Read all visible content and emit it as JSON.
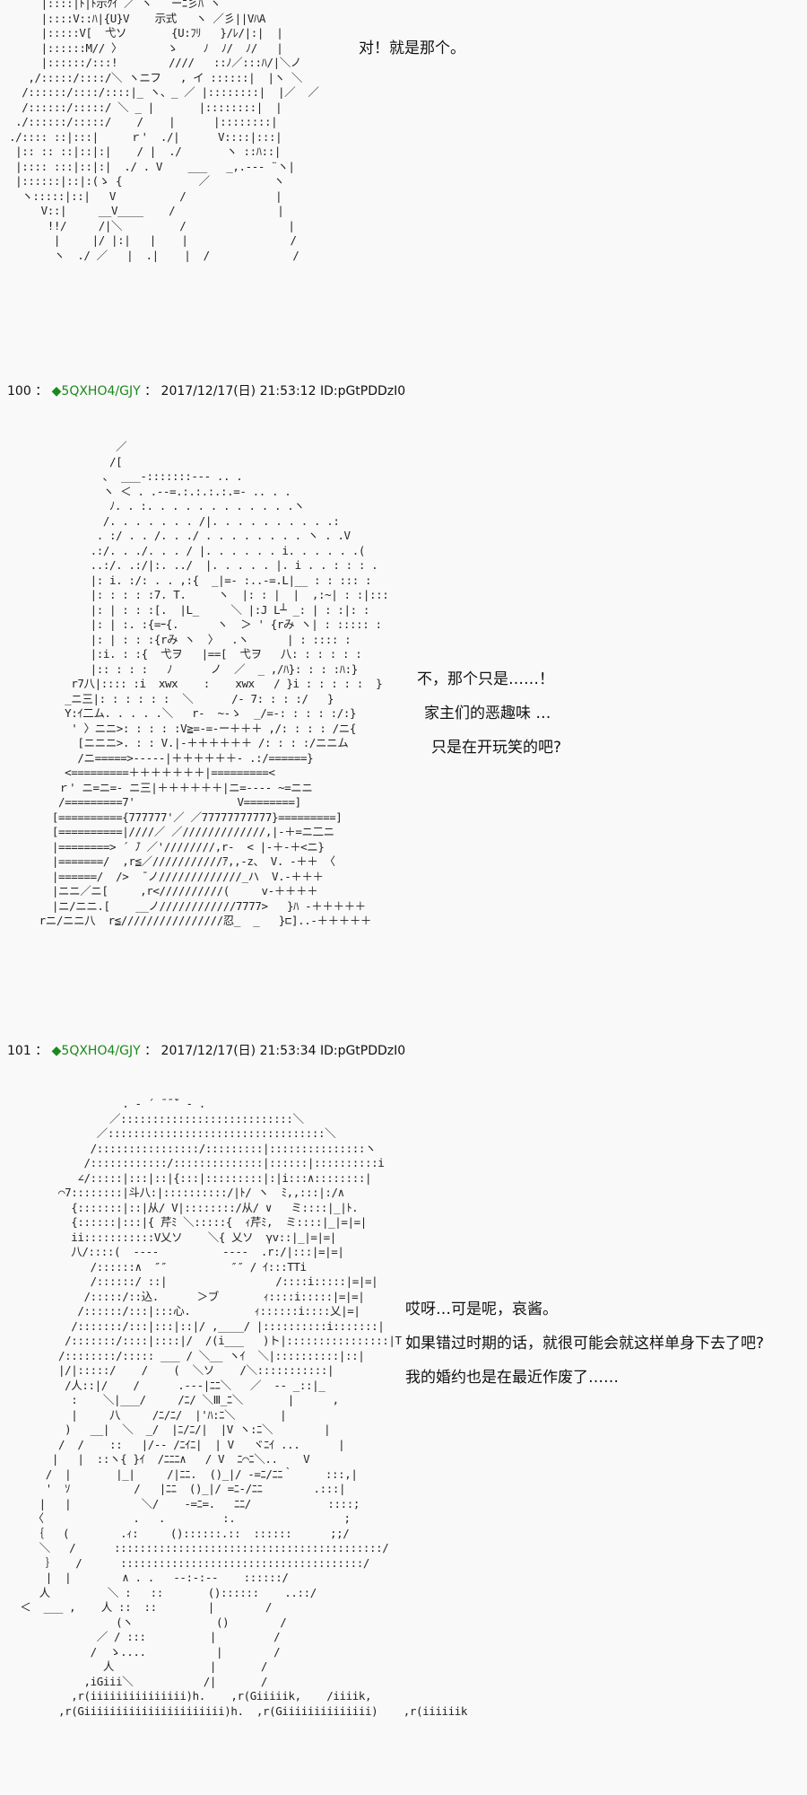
{
  "posts": [
    {
      "dialogue": [
        "对！就是那个。"
      ],
      "art": [
        "     |::::|ﾄ|ﾄ示ｸｲ ／ ヽ   ーﾆ彡ﾊ ヽ",
        "     |::::V::ﾊ|{U}V    示式   ヽ ／彡||VﾊA",
        "     |:::::V[  弋ソ       {U:ﾌﾘ   }/ﾚ/|:|  |",
        "     |::::::M// 〉       ゝ    ﾉ  ﾉ/  ﾉ/   |",
        "     |::::::/:::!        ////   ::ﾉ／:::ﾊ/|＼ノ",
        "   ,/:::::/::::/＼ ヽニフ   , イ ::::::|  |ヽ ＼",
        "  /::::::/::::/::::|_ ヽ、_ ／ |::::::::|  |／  ／",
        "  /::::::/:::::/ ＼ _ |       |::::::::|  |",
        " ./::::::/:::::/    /    |      |::::::::|",
        "./:::: ::|:::|     ｒ'  ./|      V::::|:::|",
        " |:: :: ::|::|:|    / |  ./       ヽ ::ﾊ::|",
        " |:::: :::|::|:|  ./ . V    ___   _,.--‐ ¨ヽ|",
        " |::::::|::|:(ゝ {            ／          ヽ",
        "  ヽ:::::|::|   V          /              |",
        "     V::|     __V____    /                |",
        "      !!/     /|＼         /                |",
        "       |     |/ |:|   |    |                /",
        "       ヽ  ./ ／   |  .|    |  /             /"
      ]
    },
    {
      "number": "100",
      "separator": "：",
      "trip": "◆5QXHO4/GJY",
      "date": "2017/12/17(日) 21:53:12",
      "id": "ID:pGtPDDzI0",
      "dialogue": [
        "不，那个只是……！",
        "家主们的恶趣味 …",
        "只是在开玩笑的吧?"
      ],
      "art": [
        "                 ／",
        "                /[",
        "               ､  ___‐:::::::‐-- .. .",
        "               ヽ ＜ . .--=.:.:.:.:.=- .. . .",
        "                ﾉ. . :. . . . . . . . . . . .ヽ",
        "               /. . . . . . . /|. . . . . . . . . .:",
        "              . :/ . . /. . ./ . . . . . . . . ヽ . .V",
        "             .:/. . ./. . . / |. . . . . . i. . . . . .(",
        "             ..:/. .:/|:. ../  |. . . . . |. i . . : : : .",
        "             |: i. :/: . . ,:{  _|=‐ :..‐=.L|__ : : ::: :",
        "             |: : : : :7. T.     ヽ  |: : |  |  ,:~| : :|:::",
        "             |: | : : :[.  |L_     ＼ |:J L┴ _: | : :|: :",
        "             |: | :. :{=ｰ{.      ヽ  ＞ ' {rみ ヽ| : ::::: :",
        "             |: | : : :{rみ ヽ  〉  .ヽ      | : :::: :",
        "             |:i. : :{  弋ヲ   |==[  弋ヲ   八: : : : : :",
        "             |:: : : :   ﾉ      ノ  ／  _ ,/ﾊ}: : : :ﾊ:}",
        "          r7八|:::: :i  xwx    :    xwx   / }i : : : : :  }",
        "         _ニ三|: : : : : :  ＼      /‐ 7: : : :/   }",
        "         Y:ｲ二ム. . . . .＼   r‐  ~-ゝ  _/=‐: : : : :/:}",
        "          ' 〉ニニ>: : : : :V≧=‐=‐ー＋＋＋ ,/: : : : /ニ{",
        "           [ニニニ>. : : V.|‐＋＋＋＋＋＋ /: : : :/ニニム",
        "           /ニ=====>‐‐‐‐‐|＋＋＋＋＋＋‐ .:/======}",
        "         <=========＋＋＋＋＋＋＋|=========<",
        "        ｒ' ニ=ニ=‐ ニ三|＋＋＋＋＋＋|ニ=‐‐‐‐ ~=ニニ",
        "        /=========7'                V========]",
        "       [=========={777777'／ ／77777777777}=========]",
        "       [==========|////／ ／/////////////,|‐＋=ニ二ニ",
        "       |========> ´ ̄ﾉ ／'////////,r‐  < |‐＋‐＋<ニ}",
        "       |=======/  ,r≦／///////////ｱ,,‐z、 V. ‐＋＋ 〈",
        "       |======/  />  ̄ ノ/////////////_ハ  V.‐＋＋＋",
        "       |ニニ／ニ[     ,r<//////////(     v‐＋＋＋＋",
        "       |ニ/ニニ.[    __ノ////////////7777>   }ﾊ ‐＋＋＋＋＋",
        "     rニ/ニニ八  r≦////////////////忍_  _   }⊏]..‐＋＋＋＋＋"
      ]
    },
    {
      "number": "101",
      "separator": "：",
      "trip": "◆5QXHO4/GJY",
      "date": "2017/12/17(日) 21:53:34",
      "id": "ID:pGtPDDzI0",
      "dialogue": [
        "哎呀…可是呢，哀酱。",
        "如果错过时期的话，就很可能会就这样单身下去了吧?",
        "我的婚约也是在最近作废了……"
      ],
      "art": [
        "                  . ‐ ´ ̄ ̄ ̄` ‐ .",
        "                ／:::::::::::::::::::::::::::＼",
        "              ／::::::::::::::::::::::::::::::::::＼",
        "             /::::::::::::::::/:::::::::|:::::::::::::::ヽ",
        "            /::::::::::::/::::::::::::::|::::::|::::::::::i",
        "           ∠/:::::|:::|::|{:::|:::::::::|:|i:::∧::::::::|",
        "        ⌒7::::::::|斗八:|::::::::::/|ﾄ/ ヽ  ﾐ,,:::|:/∧",
        "          {:::::::|::|从/ V|::::::::/从/ ∨   ミ::::|_|ﾄ.",
        "          {::::::|:::|{ 芹ﾐ ＼:::::{  ｨ芹ﾐ,  ミ::::|_|=|=|",
        "          ii:::::::::::V乂ソ    ＼{ 乂ソ  γv::|_|=|=|",
        "          八/::::(  ‐‐‐‐          ‐‐‐‐  .r:/|:::|=|=|",
        "             /::::::∧  ″″          ″″ / ｲ:::TTi",
        "             /::::::/ ::|                 /::::i:::::|=|=|",
        "            /:::::/::込.      ＞ブ       ｨ::::i:::::|=|=|",
        "           /::::::/:::|:::心.          ｨ::::::i::::乂|=|",
        "          /:::::::/:::|:::|::|/ ,____/ |::::::::::i:::::::|",
        "         /:::::::/::::|::::|/  /(i___   )ト|::::::::::::::::|T",
        "        /::::::::/::::: ___ / ＼__ ヽｲ  ＼|::::::::::|::|",
        "        |/|:::::/    /    (  ＼ソ    /＼:::::::::::|",
        "         /人::|/    /      .‐‐‐|ﾆﾆ＼   ／  ‐‐ _::|_",
        "          :    ＼|___/     /ﾆ/ ＼Ⅲ_ﾆ＼       |      ,",
        "          |     八     /ﾆ/ﾆ/  |'ﾊ:ﾆ＼       |",
        "         )   __|  ＼  _/  |ﾆ/ﾆ/|  |V ヽ:ﾆ＼        |",
        "        /  /    ::   |/‐‐ /ﾆｲﾆ|  | V   ヾﾆｲ ...      |",
        "       |   |  ::ヽ{ }ｲ  /ﾆﾆﾆ∧   / V  ﾆ⌒ﾆ＼..    V",
        "      /  |       |_|     /|ﾆﾆ.  ()_|/ ‐=ﾆ/ﾆﾆ｀     :::,|",
        "      '  ｿ          /   |ﾆﾆ  ()_|/ =ﾆ‐/ﾆﾆ        .:::|",
        "     |   |           ＼/    ‐=ﾆ=.   ﾆﾆ/            ::::;",
        "    〈              .   .         :.                 ;",
        "    ｛   (        .ｨ:     ()::::::.::  ::::::      ;;/",
        "     ＼   /      ::::::::::::::::::::::::::::::::::::::::::/",
        "      ｝   /      ::::::::::::::::::::::::::::::::::::::/",
        "      |  |        ∧ . .   ‐‐:‐:‐‐    ::::::/ ",
        "     人         ＼ :   ::       ()::::::    ..::/",
        "  ＜  ___ ,    人 ::  ::        |        /",
        "                 (ヽ             ()        /",
        "              ／ / :::          |         /",
        "             /  ゝ....           |        /",
        "               人               |       /",
        "            ,iGiii＼           /|       /",
        "          ,r(iiiiiiiiiiiiiii)h.    ,r(Giiiiik,    /iiiik,",
        "        ,r(Giiiiiiiiiiiiiiiiiiiiii)h.  ,r(Giiiiiiiiiiiiii)    ,r(iiiiiik"
      ]
    }
  ]
}
